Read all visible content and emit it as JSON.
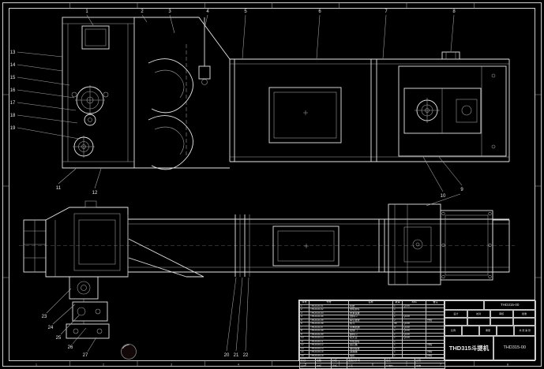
{
  "app": {
    "background": "#000000",
    "line_color": "#e6e6e6"
  },
  "callouts": {
    "top": [
      "1",
      "2",
      "3",
      "4",
      "5",
      "6",
      "7",
      "8"
    ],
    "right_mid": [
      "9",
      "10"
    ],
    "mid_left": [
      "11",
      "12"
    ],
    "left": [
      "13",
      "14",
      "15",
      "16",
      "17",
      "18",
      "19"
    ],
    "bottom_center": [
      "20",
      "21",
      "22"
    ],
    "bottom_left": [
      "23",
      "24",
      "25",
      "26",
      "27"
    ]
  },
  "zones": [
    "1",
    "2",
    "3",
    "4",
    "5",
    "6",
    "7",
    "8"
  ],
  "bom": {
    "headers": [
      "序号",
      "代号",
      "名称",
      "数量",
      "材料",
      "备注"
    ],
    "rows": [
      [
        "1",
        "THD315-01",
        "机座",
        "1",
        "Q235",
        ""
      ],
      [
        "2",
        "THD315-02",
        "底轮部件",
        "1",
        "",
        ""
      ],
      [
        "3",
        "THD315-03",
        "张紧装置",
        "1",
        "",
        ""
      ],
      [
        "4",
        "THD315-04",
        "进料口",
        "1",
        "Q235",
        ""
      ],
      [
        "5",
        "THD315-05",
        "牵引链条",
        "2",
        "",
        "外购"
      ],
      [
        "6",
        "THD315-06",
        "料斗",
        "46",
        "Q235",
        ""
      ],
      [
        "7",
        "THD315-07",
        "中间机筒",
        "4",
        "Q235",
        ""
      ],
      [
        "8",
        "THD315-08",
        "检修门",
        "1",
        "Q235",
        ""
      ],
      [
        "9",
        "THD315-09",
        "卸料口",
        "1",
        "Q235",
        ""
      ],
      [
        "10",
        "THD315-10",
        "机头罩",
        "1",
        "Q235",
        ""
      ],
      [
        "11",
        "THD315-11",
        "头轮部件",
        "1",
        "",
        ""
      ],
      [
        "12",
        "THD315-12",
        "逆止器",
        "1",
        "",
        "外购"
      ],
      [
        "13",
        "THD315-13",
        "驱动装置",
        "1",
        "",
        ""
      ],
      [
        "14",
        "THD315-14",
        "减速器",
        "1",
        "",
        "外购"
      ],
      [
        "15",
        "THD315-15",
        "电机",
        "1",
        "",
        "外购"
      ]
    ]
  },
  "revision": {
    "labels": [
      "标记",
      "处数",
      "分区",
      "更改文件号",
      "签名",
      "日期"
    ],
    "sign_labels": [
      "设计",
      "校核",
      "审核",
      "工艺",
      "标准化",
      "批准"
    ]
  },
  "title_block": {
    "corner_no": "THD315-00",
    "title": "THD315斗提机",
    "drawing_no": "THD315-00",
    "sign_labels": [
      "设计",
      "校对",
      "审核",
      "批准"
    ],
    "scale_label": "比例",
    "weight_label": "重量",
    "sheet_label": "共 张",
    "page_label": "第 张"
  }
}
